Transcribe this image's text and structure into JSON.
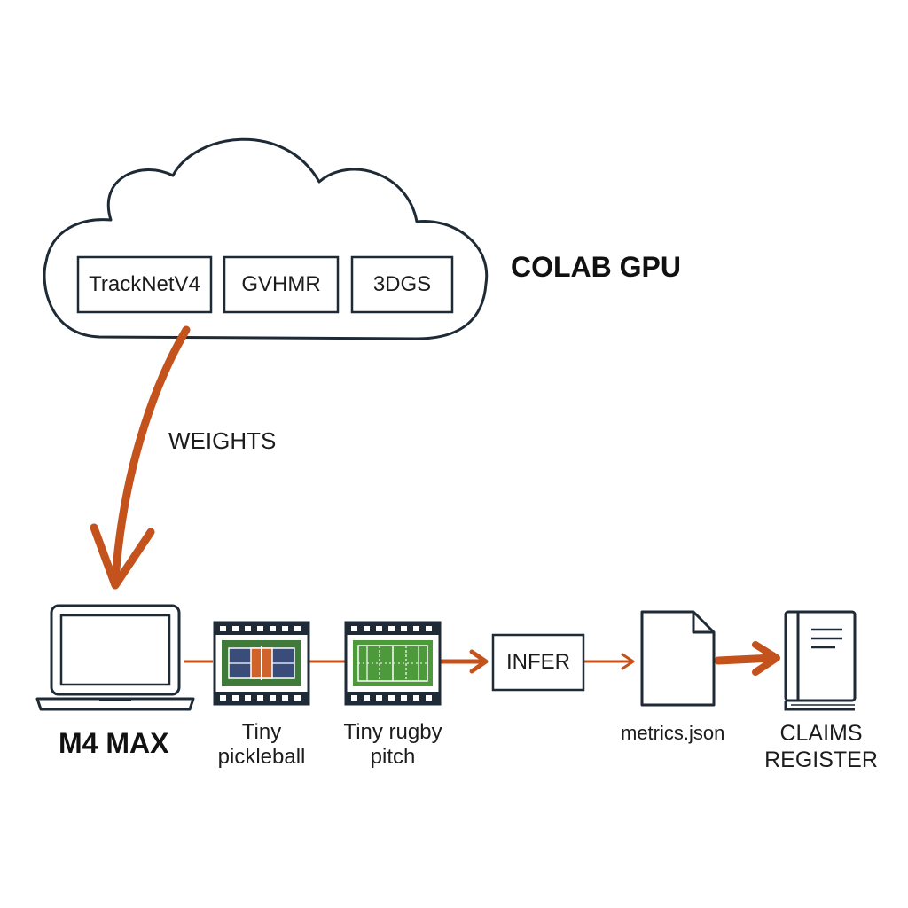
{
  "colors": {
    "stroke": "#1e2a36",
    "arrow": "#c4521c",
    "pickleball_court_blue": "#3a4c7a",
    "pickleball_court_orange": "#d0632a",
    "pickleball_court_green": "#3f7a3a",
    "rugby_pitch_green": "#4c9a3a"
  },
  "cloud": {
    "label": "COLAB GPU",
    "models": [
      {
        "label": "TrackNetV4"
      },
      {
        "label": "GVHMR"
      },
      {
        "label": "3DGS"
      }
    ]
  },
  "weights_label": "WEIGHTS",
  "pipeline": {
    "device": {
      "label": "M4 MAX",
      "icon": "laptop-icon"
    },
    "clips": [
      {
        "lines": [
          "Tiny",
          "pickleball"
        ],
        "icon": "film-frame-pickleball-icon"
      },
      {
        "lines": [
          "Tiny rugby",
          "pitch"
        ],
        "icon": "film-frame-rugby-icon"
      }
    ],
    "infer": {
      "label": "INFER"
    },
    "output": {
      "label": "metrics.json",
      "icon": "document-icon"
    },
    "register": {
      "lines": [
        "CLAIMS",
        "REGISTER"
      ],
      "icon": "book-icon"
    }
  }
}
